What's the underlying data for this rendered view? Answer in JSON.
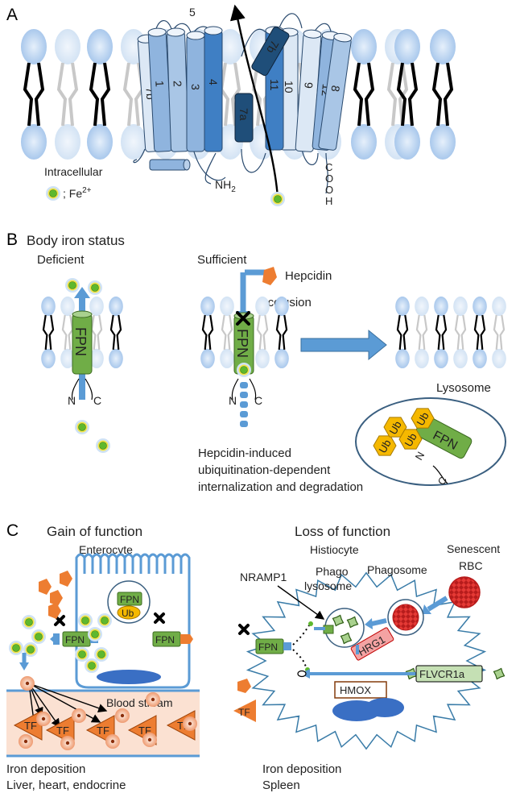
{
  "panels": {
    "a": "A",
    "b": "B",
    "c": "C"
  },
  "panel_a": {
    "helix_labels": [
      "5",
      "3",
      "4",
      "1",
      "2",
      "6",
      "7b",
      "7a",
      "11",
      "8",
      "10",
      "9",
      "12"
    ],
    "intracellular": "Intracellular",
    "fe_legend_prefix": "; Fe",
    "fe_legend_sup": "2+",
    "nh2_main": "NH",
    "nh2_sub": "2",
    "cooh": [
      "C",
      "O",
      "O",
      "H"
    ]
  },
  "panel_b": {
    "title": "Body iron status",
    "deficient": "Deficient",
    "sufficient": "Sufficient",
    "hepcidin": "Hepcidin",
    "occlusion": "Occlusion",
    "fpn": "FPN",
    "n": "N",
    "c": "C",
    "lysosome": "Lysosome",
    "ub": "Ub",
    "caption": [
      "Hepcidin-induced",
      "ubiquitination-dependent",
      "internalization and degradation"
    ]
  },
  "panel_c": {
    "gain_title": "Gain of function",
    "loss_title": "Loss of function",
    "enterocyte": "Enterocyte",
    "histiocyte": "Histiocyte",
    "senescent": "Senescent",
    "rbc": "RBC",
    "nramp1": "NRAMP1",
    "phago": "Phago",
    "lysosome": "lysosome",
    "phagosome": "Phagosome",
    "fpn": "FPN",
    "ub": "Ub",
    "hrg1": "HRG1",
    "flvcr1a": "FLVCR1a",
    "hmox": "HMOX",
    "tf": "TF",
    "blood_stream": "Blood stream",
    "dep_left_1": "Iron deposition",
    "dep_left_2": "Liver, heart, endocrine",
    "dep_right_1": "Iron deposition",
    "dep_right_2": "Spleen"
  },
  "colors": {
    "helix_light": "#dce8f5",
    "helix_mid": "#8fb4de",
    "helix_dark": "#3f7fc4",
    "helix_darkest": "#1f4e79",
    "lipid_head": "#b9d4f0",
    "fpn_green": "#70ad47",
    "hepcidin_orange": "#ed7d31",
    "ub_yellow": "#f5b800",
    "iron_green": "#5eb82e",
    "blood_bg": "#fbe1d2",
    "rbc_red": "#e03030",
    "arrow_blue": "#5b9bd5"
  }
}
